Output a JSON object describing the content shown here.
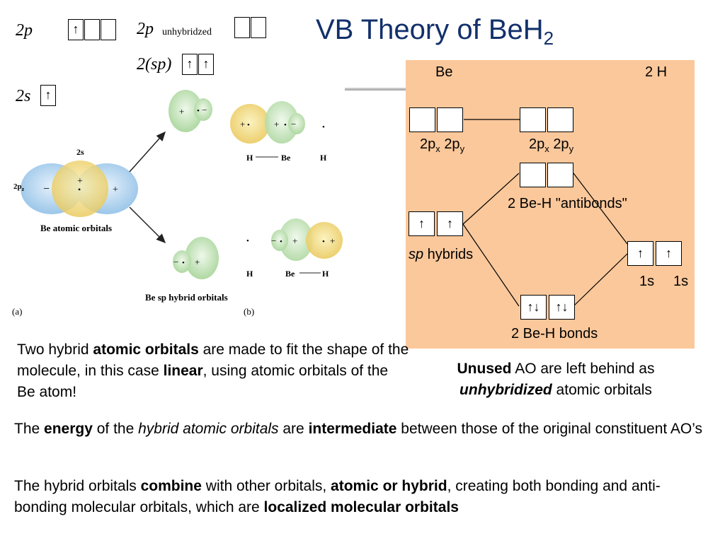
{
  "title": {
    "main": "VB Theory of BeH",
    "sub": "2"
  },
  "notation": {
    "p2_label": "2p",
    "p2_unhyb_label": "2p",
    "p2_unhyb_note": "unhybridzed",
    "sp_label": "2(sp)",
    "s2_label": "2s",
    "up_arrow": "↑"
  },
  "figure": {
    "caption_2s": "2s",
    "caption_2pz": "2p",
    "caption_2pz_sub": "z",
    "be_atomic_orbitals": "Be atomic orbitals",
    "be_sp_hybrid_orbitals": "Be sp hybrid orbitals",
    "label_a": "(a)",
    "label_b": "(b)",
    "atom_h": "H",
    "atom_be": "Be",
    "plus": "+",
    "minus": "−",
    "dot": "•"
  },
  "mo_diagram": {
    "be_label": "Be",
    "h_label": "2 H",
    "left_2p": {
      "a": "2p",
      "a_sub": "x",
      "b": "2p",
      "b_sub": "y"
    },
    "right_2p": {
      "a": "2p",
      "a_sub": "x",
      "b": "2p",
      "b_sub": "y"
    },
    "antibonds_label": "2 Be-H \"antibonds\"",
    "sp_hybrids": {
      "italic": "sp",
      "rest": " hybrids"
    },
    "one_s_a": "1s",
    "one_s_b": "1s",
    "bonds_label": "2 Be-H bonds",
    "up_arrow": "↑",
    "pair_arrow": "↑↓",
    "panel_color": "#fbc89b"
  },
  "text_blocks": {
    "hybrid_intro": {
      "t1": "Two hybrid ",
      "b1": "atomic orbitals",
      "t2": " are made to fit the shape of the molecule, in this case ",
      "b2": "linear",
      "t3": ", using atomic orbitals of the Be atom!"
    },
    "unused": {
      "b1": "Unused",
      "t1": " AO are left behind as",
      "bi": "unhybridized",
      "t2": " atomic orbitals"
    },
    "energy": {
      "t1": "The ",
      "b1": "energy",
      "t2": " of the ",
      "i1": "hybrid atomic orbitals",
      "t3": "  are ",
      "b2": "intermediate",
      "t4": " between those of the original constituent AO’s"
    },
    "combine": {
      "t1": "The hybrid orbitals ",
      "b1": "combine",
      "t2": " with other orbitals, ",
      "b2": "atomic or hybrid",
      "t3": ", creating both bonding and anti-bonding molecular orbitals, which are ",
      "b3": "localized molecular orbitals"
    }
  },
  "colors": {
    "title": "#12306b",
    "blue_lobe": "#9cc8ea",
    "yellow_lobe": "#f2d46a",
    "green_lobe": "#b9dcae"
  }
}
